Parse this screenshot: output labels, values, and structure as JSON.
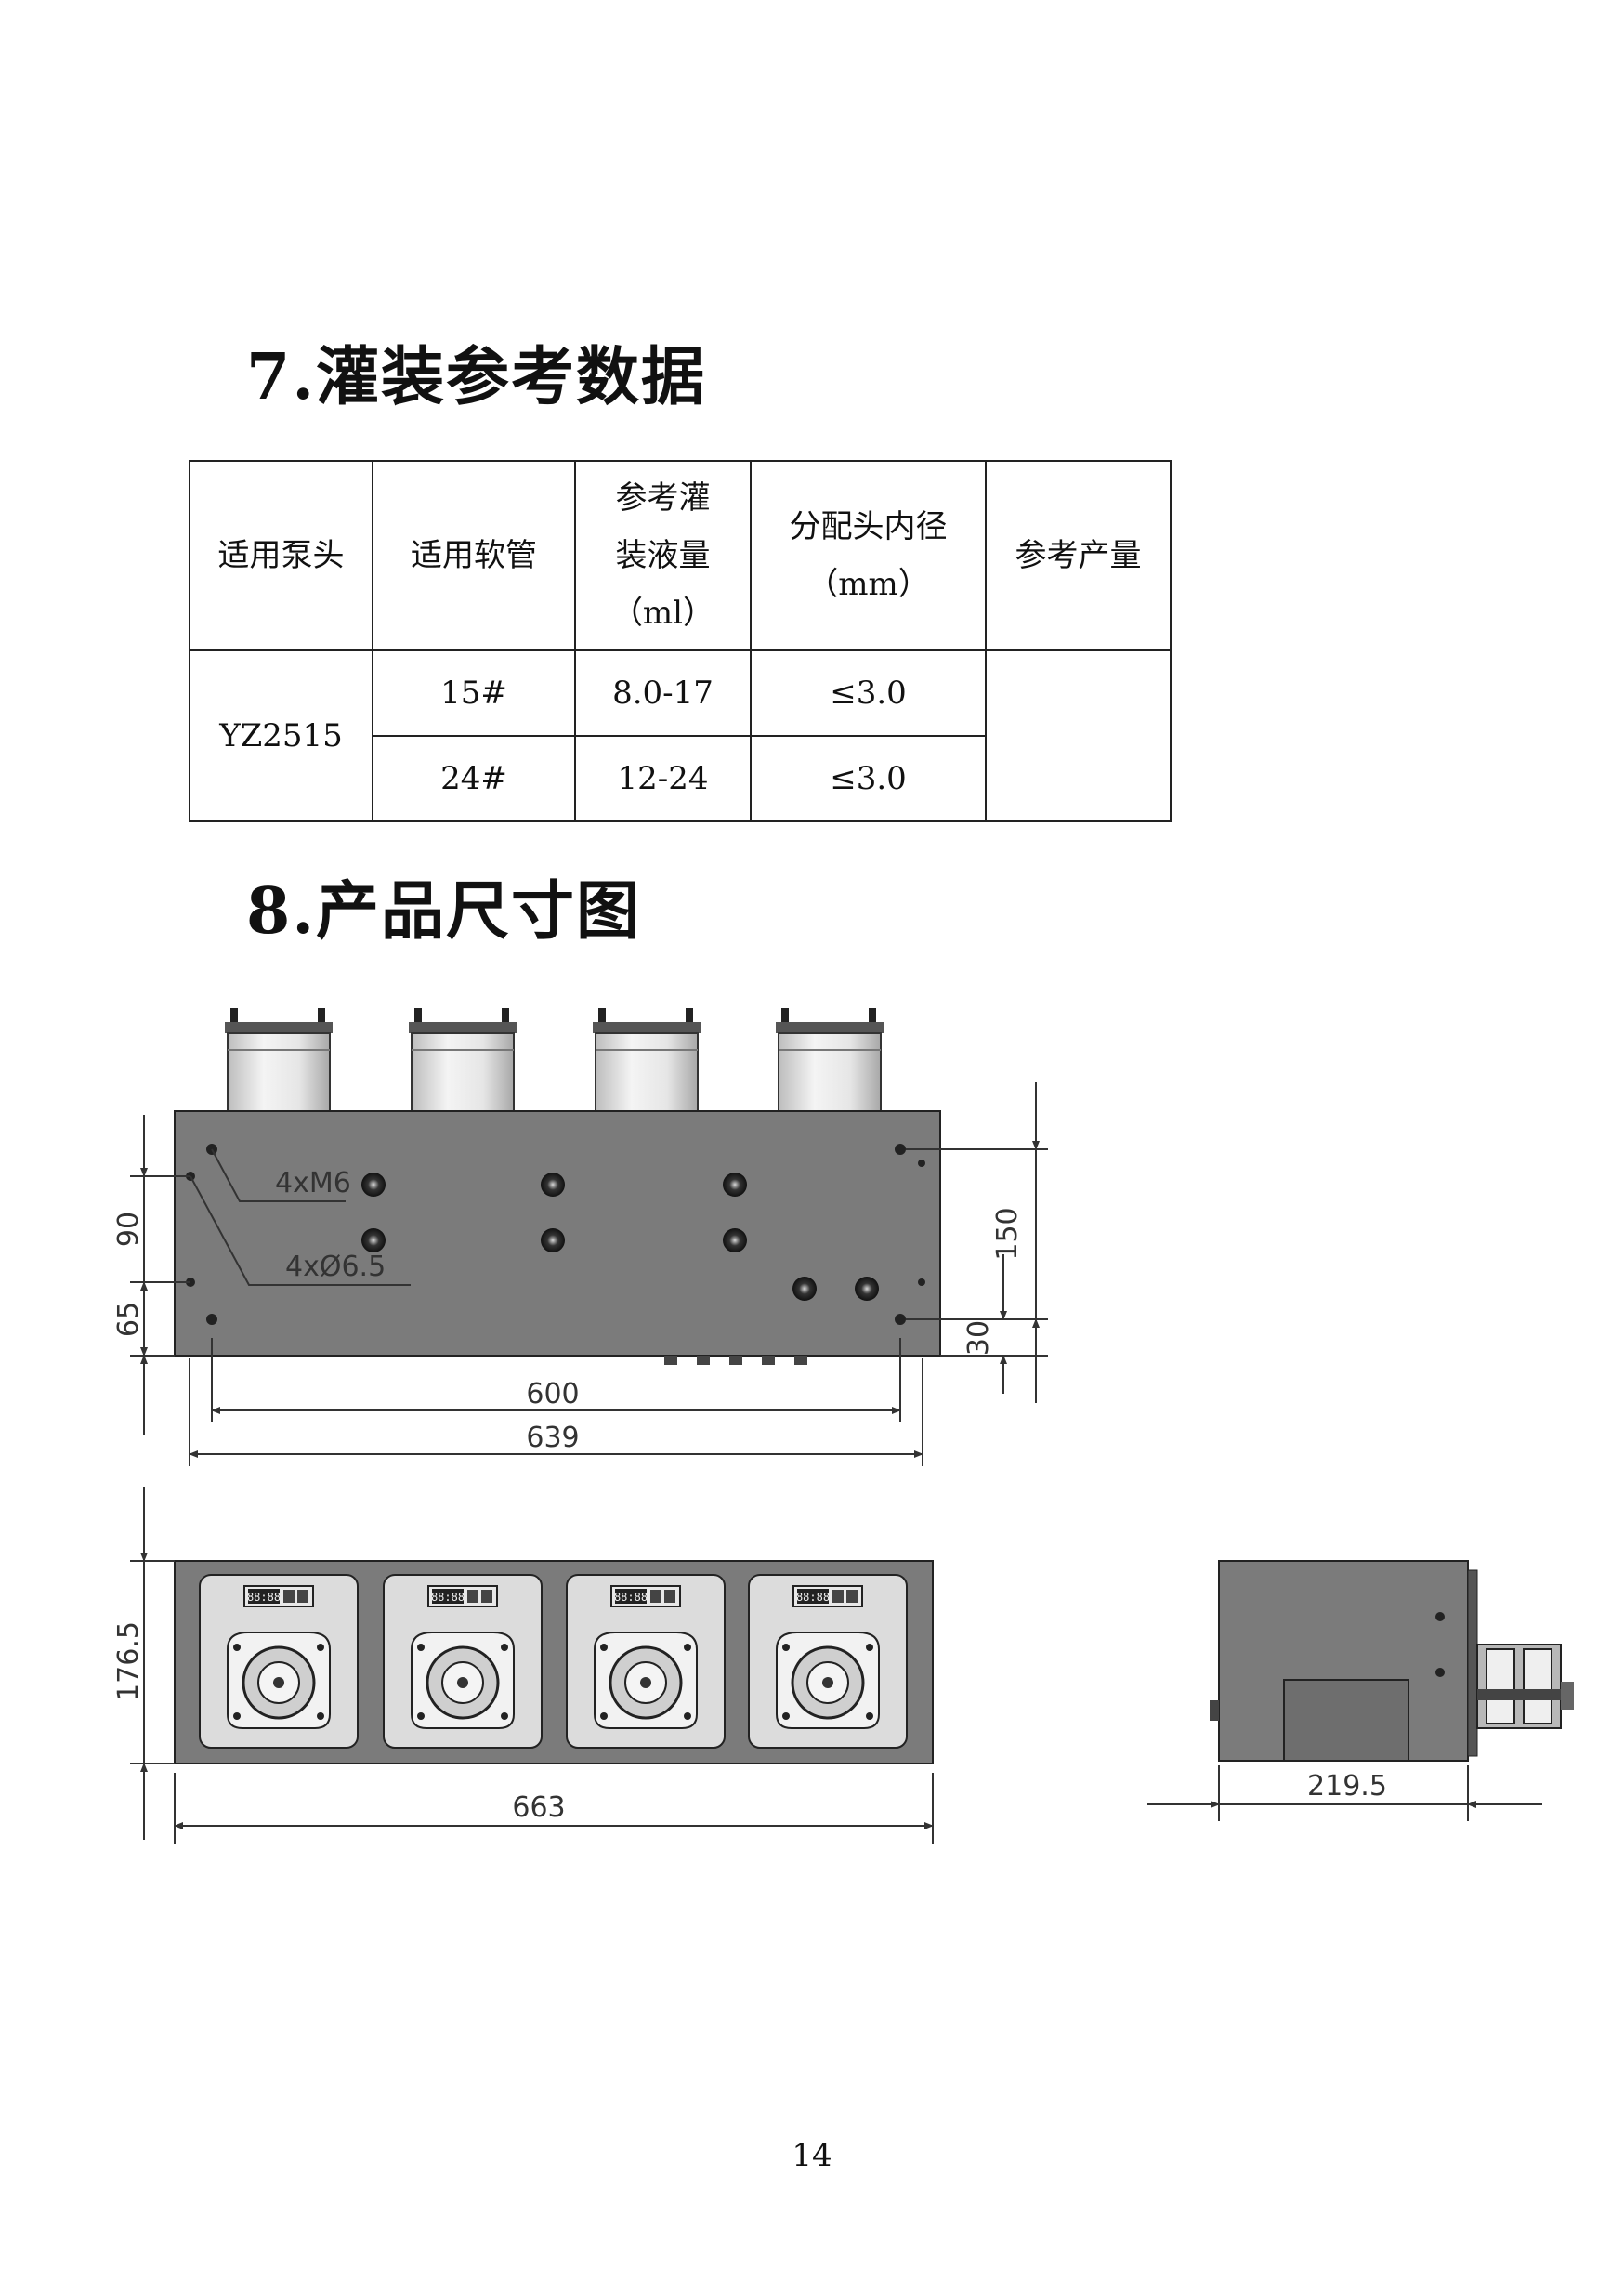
{
  "section7": {
    "title": "7.灌装参考数据"
  },
  "table": {
    "headers": {
      "pump_head": "适用泵头",
      "tube": "适用软管",
      "fill_line1": "参考灌",
      "fill_line2": "装液量",
      "fill_line3": "（ml）",
      "nozzle_line1": "分配头内径",
      "nozzle_line2": "（mm）",
      "output": "参考产量"
    },
    "pump_head_value": "YZ2515",
    "rows": [
      {
        "tube": "15#",
        "volume": "8.0-17",
        "nozzle": "≤3.0",
        "output": ""
      },
      {
        "tube": "24#",
        "volume": "12-24",
        "nozzle": "≤3.0",
        "output": ""
      }
    ]
  },
  "section8": {
    "title": "8.产品尺寸图"
  },
  "drawing": {
    "top_view": {
      "callout_tapped_holes": "4xM6",
      "callout_through_holes": "4xØ6.5",
      "dim_hole_spacing": "600",
      "dim_overall_width": "639",
      "dim_upper_vertical": "90",
      "dim_lower_vertical": "65",
      "dim_height": "150",
      "dim_bottom_offset": "30"
    },
    "front_view": {
      "dim_width": "663",
      "dim_height": "176.5",
      "display_readout": "88:88"
    },
    "side_view": {
      "dim_depth": "219.5"
    }
  },
  "page_number": "14"
}
